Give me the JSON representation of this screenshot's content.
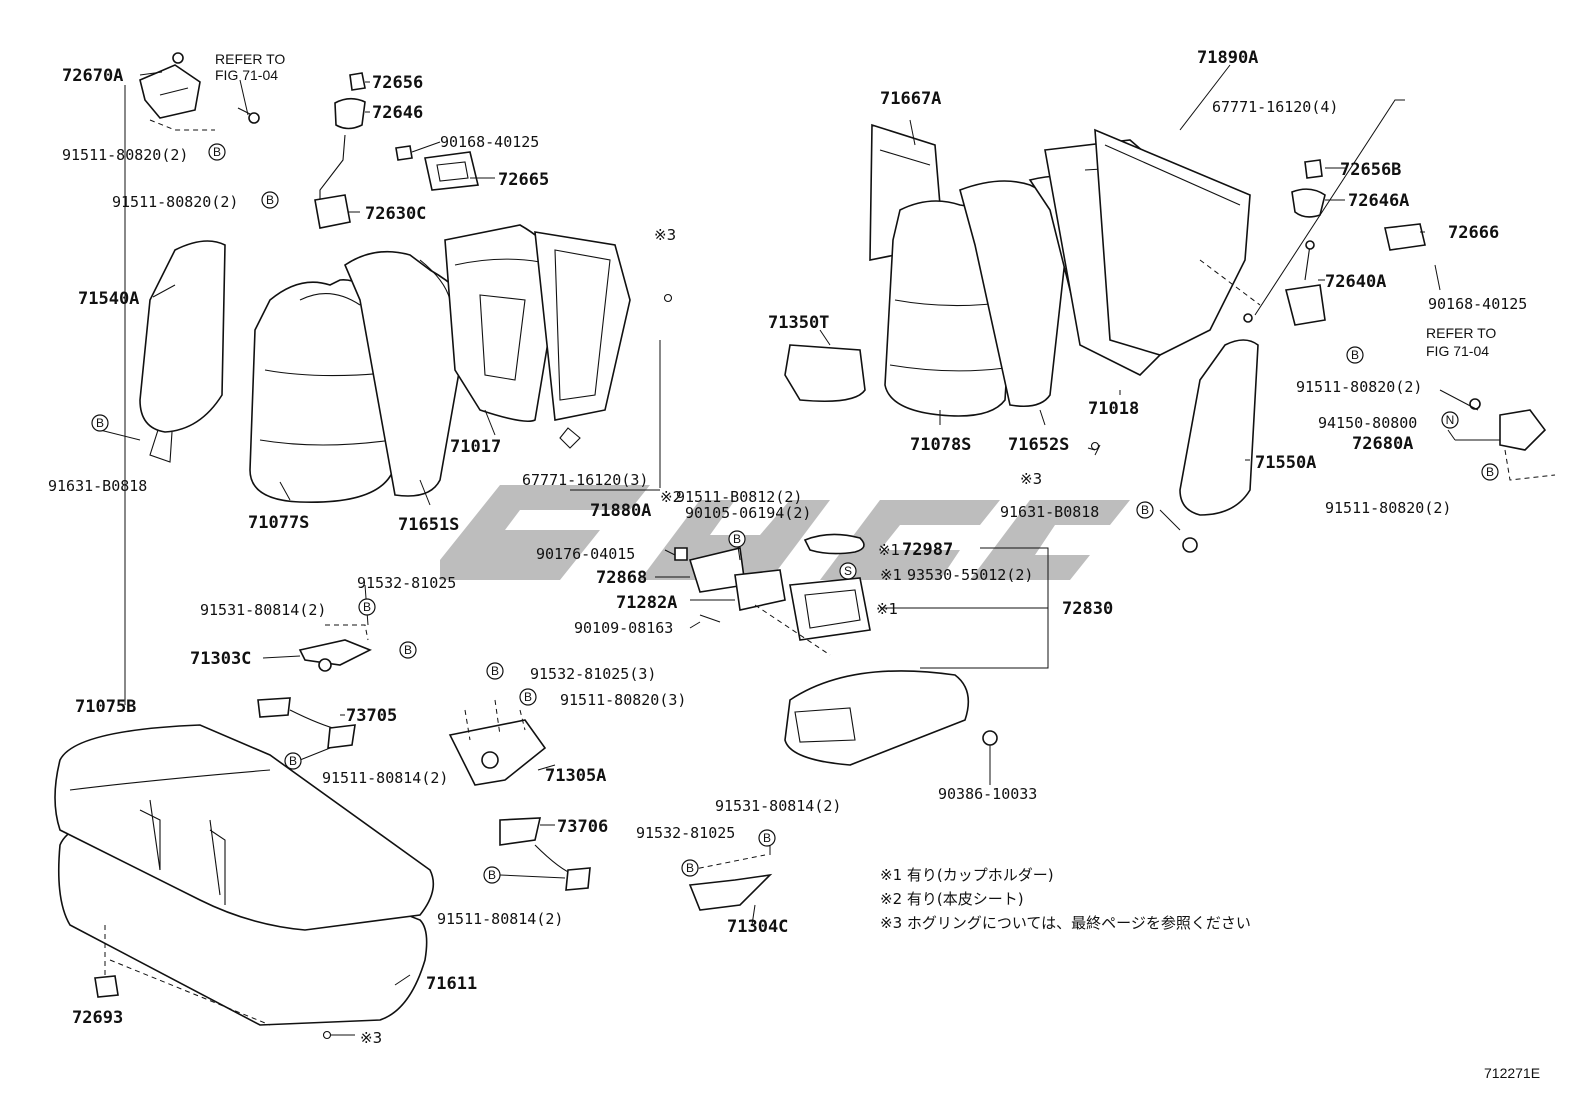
{
  "figure_code": "712271E",
  "watermark": "",
  "parts": {
    "p72670A": "72670A",
    "p72656": "72656",
    "p72646": "72646",
    "p90168_40125_l": "90168-40125",
    "p72665": "72665",
    "p91511_80820_a": "91511-80820(2)",
    "p91511_80820_b": "91511-80820(2)",
    "p72630C": "72630C",
    "p71540A": "71540A",
    "p91631_B0818_l": "91631-B0818",
    "p71077S": "71077S",
    "p71651S": "71651S",
    "p71017": "71017",
    "p67771_16120_3": "67771-16120(3)",
    "p71880A": "71880A",
    "p91511_B0812": "91511-B0812(2)",
    "p90105_06194": "90105-06194(2)",
    "p71350T": "71350T",
    "p71667A": "71667A",
    "p71890A": "71890A",
    "p67771_16120_4": "67771-16120(4)",
    "p72656B": "72656B",
    "p72646A": "72646A",
    "p72666": "72666",
    "p72640A": "72640A",
    "p90168_40125_r": "90168-40125",
    "p91511_80820_c": "91511-80820(2)",
    "p94150_80800": "94150-80800",
    "p72680A": "72680A",
    "p91511_80820_d": "91511-80820(2)",
    "p71550A": "71550A",
    "p91631_B0818_r": "91631-B0818",
    "p71078S": "71078S",
    "p71652S": "71652S",
    "p71018": "71018",
    "p90176_04015": "90176-04015",
    "p72868": "72868",
    "p71282A": "71282A",
    "p90109_08163": "90109-08163",
    "p72987": "72987",
    "p93530_55012": "93530-55012(2)",
    "p72830": "72830",
    "p91532_81025_a": "91532-81025",
    "p91531_80814_a": "91531-80814(2)",
    "p71303C": "71303C",
    "p71075B": "71075B",
    "p73705": "73705",
    "p91511_80814_a": "91511-80814(2)",
    "p91532_81025_3": "91532-81025(3)",
    "p91511_80820_3": "91511-80820(3)",
    "p71305A": "71305A",
    "p73706": "73706",
    "p91511_80814_b": "91511-80814(2)",
    "p91531_80814_b": "91531-80814(2)",
    "p91532_81025_b": "91532-81025",
    "p71304C": "71304C",
    "p90386_10033": "90386-10033",
    "p71611": "71611",
    "p72693": "72693"
  },
  "refer_left": [
    "REFER TO",
    "FIG 71-04"
  ],
  "refer_right": [
    "REFER TO",
    "FIG 71-04"
  ],
  "marks": {
    "m3": "※3",
    "m2": "※2",
    "m1": "※1",
    "b": "B",
    "s": "S",
    "n": "N"
  },
  "notes": [
    "※1 有り(カップホルダー)",
    "※2 有り(本皮シート)",
    "※3 ホグリングについては、最終ページを参照ください"
  ]
}
